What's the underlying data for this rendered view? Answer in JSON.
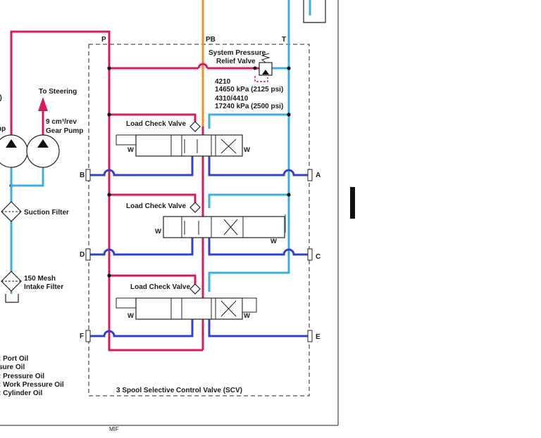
{
  "labels": {
    "steering": "To Steering",
    "gear_pump_1": "9 cm³/rev",
    "gear_pump_2": "Gear Pump",
    "pump_fragment": "np",
    "paren_fragment": "0)",
    "suction_filter": "Suction Filter",
    "intake_filter_1": "150 Mesh",
    "intake_filter_2": "Intake Filter",
    "relief_1": "System Pressure",
    "relief_2": "Relief Valve",
    "model_a": "4210",
    "pressure_a": "14650 kPa (2125 psi)",
    "model_b": "4310/4410",
    "pressure_b": "17240 kPa (2500 psi)",
    "load_check": "Load Check Valve",
    "scv": "3 Spool Selective Control Valve (SCV)",
    "mif": "MIF"
  },
  "ports": {
    "p": "P",
    "pb": "PB",
    "t": "T",
    "a": "A",
    "b": "B",
    "c": "C",
    "d": "D",
    "e": "E",
    "f": "F"
  },
  "legend": [
    {
      "text": ": Port Oil",
      "color": "#d81b5c"
    },
    {
      "text": "sure Oil",
      "color": "#d81b5c"
    },
    {
      "text": ": Pressure Oil",
      "color": "#f28c28"
    },
    {
      "text": ": Work Pressure Oil",
      "color": "#3340c8"
    },
    {
      "text": ": Cylinder Oil",
      "color": "#3bb0de"
    }
  ],
  "colors": {
    "pressure": "#d81b5c",
    "pilot": "#f28c28",
    "work": "#3340c8",
    "return": "#3bb0de",
    "relief_dash": "#d81b5c"
  }
}
